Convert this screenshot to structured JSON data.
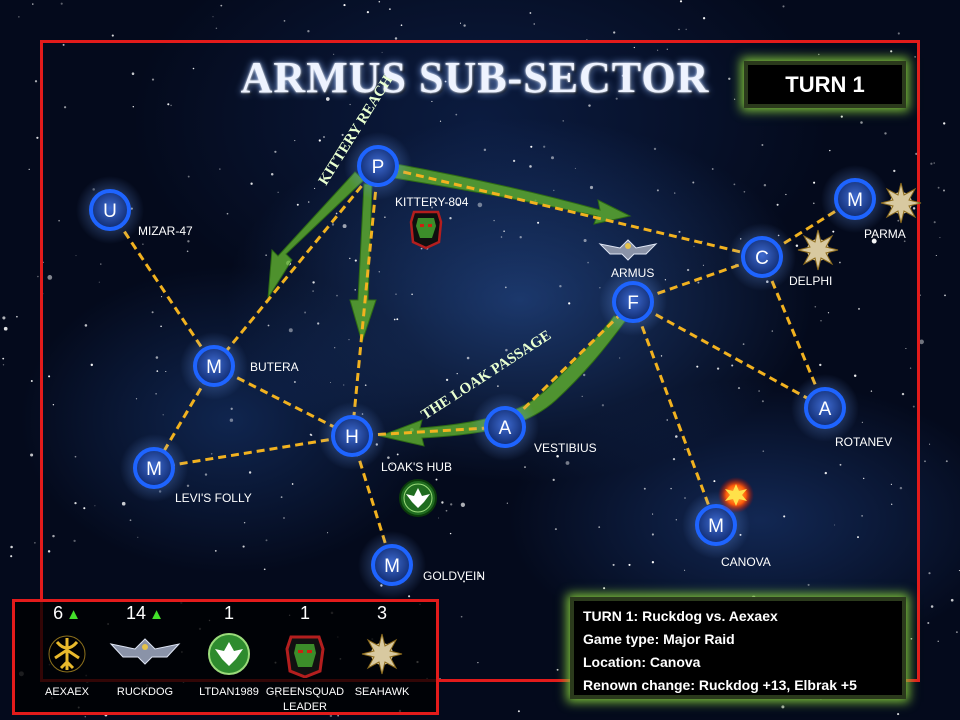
{
  "title": "ARMUS SUB-SECTOR",
  "turn_label": "TURN 1",
  "routes": [
    {
      "name": "KITTERY REACH"
    },
    {
      "name": "THE LOAK PASSAGE"
    }
  ],
  "systems": [
    {
      "id": "mizar",
      "letter": "U",
      "name": "MIZAR-47"
    },
    {
      "id": "kittery",
      "letter": "P",
      "name": "KITTERY-804",
      "icon": "ork-glyph-icon"
    },
    {
      "id": "butera",
      "letter": "M",
      "name": "BUTERA"
    },
    {
      "id": "levis",
      "letter": "M",
      "name": "LEVI'S FOLLY"
    },
    {
      "id": "loaks",
      "letter": "H",
      "name": "LOAK'S HUB",
      "icon": "dark-angels-icon"
    },
    {
      "id": "goldvein",
      "letter": "M",
      "name": "GOLDVEIN"
    },
    {
      "id": "vestibius",
      "letter": "A",
      "name": "VESTIBIUS"
    },
    {
      "id": "armus",
      "letter": "F",
      "name": "ARMUS",
      "icon": "aquila-icon"
    },
    {
      "id": "delphi",
      "letter": "C",
      "name": "DELPHI",
      "icon": "chaos-star-icon"
    },
    {
      "id": "parma",
      "letter": "M",
      "name": "PARMA",
      "icon": "chaos-star-icon"
    },
    {
      "id": "rotanev",
      "letter": "A",
      "name": "ROTANEV"
    },
    {
      "id": "canova",
      "letter": "M",
      "name": "CANOVA",
      "icon": "battle-explosion-icon"
    }
  ],
  "legend": [
    {
      "name": "AEXAEX",
      "count": "6",
      "trend": "up",
      "icon": "eldar-rune-icon",
      "color": "#e9b92c"
    },
    {
      "name": "RUCKDOG",
      "count": "14",
      "trend": "up",
      "icon": "aquila-icon",
      "color": "#8a93a8"
    },
    {
      "name": "LTDAN1989",
      "count": "1",
      "icon": "dark-angels-icon",
      "color": "#2e8b2e"
    },
    {
      "name": "GREENSQUAD LEADER",
      "count": "1",
      "icon": "ork-glyph-icon",
      "color": "#b31e1e"
    },
    {
      "name": "SEAHAWK",
      "count": "3",
      "icon": "chaos-star-icon",
      "color": "#d8c9a0"
    }
  ],
  "info": {
    "line1": "TURN 1: Ruckdog vs. Aexaex",
    "line2": "Game type:  Major Raid",
    "line3": "Location: Canova",
    "line4": "Renown change: Ruckdog +13, Elbrak +5"
  },
  "colors": {
    "frame": "#e31b1b",
    "lane": "#f2b21f",
    "node": "#1e64ff",
    "route": "#5aa82e",
    "glow": "#7fc33a"
  }
}
